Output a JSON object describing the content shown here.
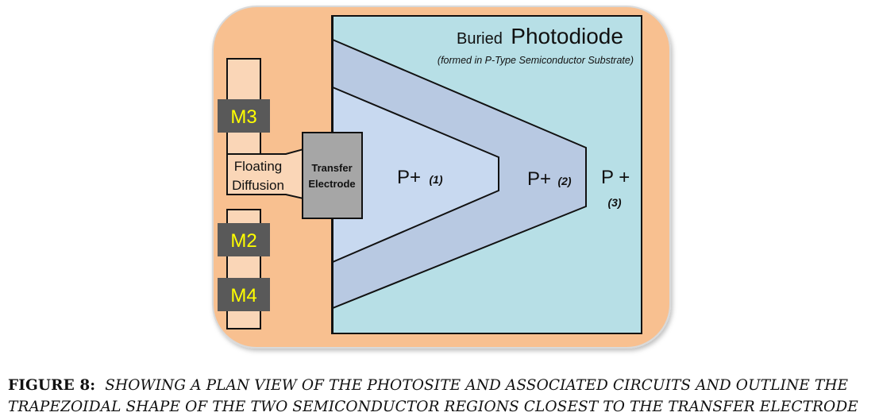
{
  "diagram": {
    "title_prefix": "Buried",
    "title_main": "Photodiode",
    "subtitle": "(formed in P-Type Semiconductor Substrate)",
    "transistors": {
      "m3": "M3",
      "m2": "M2",
      "m4": "M4"
    },
    "floating_diffusion": {
      "line1": "Floating",
      "line2": "Diffusion"
    },
    "transfer_electrode": {
      "line1": "Transfer",
      "line2": "Electrode"
    },
    "regions": {
      "p1_label": "P+",
      "p1_index": "(1)",
      "p2_label": "P+",
      "p2_index": "(2)",
      "p3_label": "P +",
      "p3_index": "(3)"
    },
    "colors": {
      "outer_substrate": "#f8c090",
      "photodiode_area": "#b7dfe6",
      "region_2": "#b8c9e2",
      "region_1": "#c8d9f0",
      "transistor_channel": "#fad6b7",
      "transistor_box": "#595959",
      "transistor_text": "#ffff00",
      "transfer_electrode": "#a6a6a6"
    }
  },
  "caption": {
    "label": "FIGURE 8:",
    "text": "SHOWING A PLAN VIEW OF THE PHOTOSITE AND ASSOCIATED CIRCUITS AND OUTLINE THE TRAPEZOIDAL SHAPE OF THE TWO SEMICONDUCTOR REGIONS CLOSEST TO THE TRANSFER ELECTRODE"
  }
}
